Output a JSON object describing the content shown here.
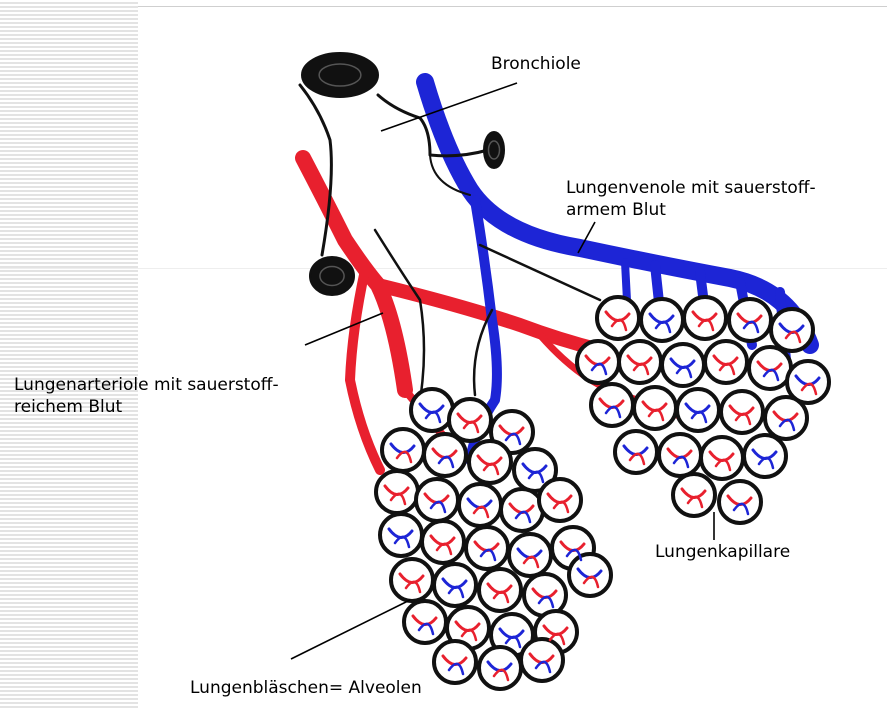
{
  "labels": {
    "bronchiole": "Bronchiole",
    "venole_line1": "Lungenvenole mit sauerstoff-",
    "venole_line2": "armem Blut",
    "arteriole_line1": "Lungenarteriole mit sauerstoff-",
    "arteriole_line2": "reichem Blut",
    "capillary": "Lungenkapillare",
    "alveoli": "Lungenbläschen= Alveolen"
  },
  "colors": {
    "artery": "#e8202e",
    "vein": "#1d25d6",
    "outline": "#111111",
    "stripe": "#e3e3e3"
  }
}
